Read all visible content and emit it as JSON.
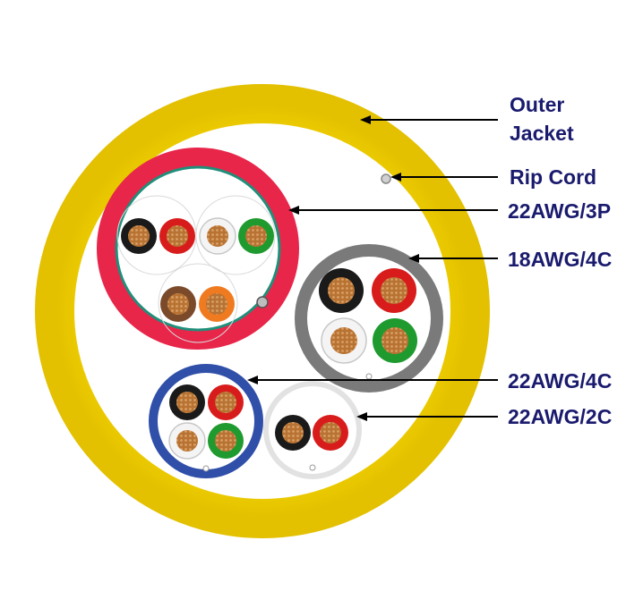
{
  "labels": {
    "outer_jacket_line1": "Outer",
    "outer_jacket_line2": "Jacket",
    "rip_cord": "Rip Cord",
    "awg22_3p": "22AWG/3P",
    "awg18_4c": "18AWG/4C",
    "awg22_4c": "22AWG/4C",
    "awg22_2c": "22AWG/2C"
  },
  "colors": {
    "label_text": "#1a1a6e",
    "outer_jacket": "#f0d000",
    "shield_3p": "#e8264a",
    "shield_3p_inner": "#1f8f7a",
    "jacket_18awg_4c": "#7a7a7a",
    "jacket_22awg_4c": "#2f4fa8",
    "jacket_22awg_2c": "#f2f2f2",
    "copper": "#b87333",
    "black": "#1a1a1a",
    "red": "#d81c1c",
    "white": "#f4f4f4",
    "green": "#1f9a2f",
    "brown": "#7a4a2a",
    "orange": "#f07a20"
  },
  "cable_groups": [
    {
      "id": "22AWG/3P",
      "conductors": [
        "black",
        "red",
        "white",
        "green",
        "brown",
        "orange"
      ]
    },
    {
      "id": "18AWG/4C",
      "conductors": [
        "black",
        "red",
        "white",
        "green"
      ]
    },
    {
      "id": "22AWG/4C",
      "conductors": [
        "black",
        "red",
        "white",
        "green"
      ]
    },
    {
      "id": "22AWG/2C",
      "conductors": [
        "black",
        "red"
      ]
    }
  ]
}
